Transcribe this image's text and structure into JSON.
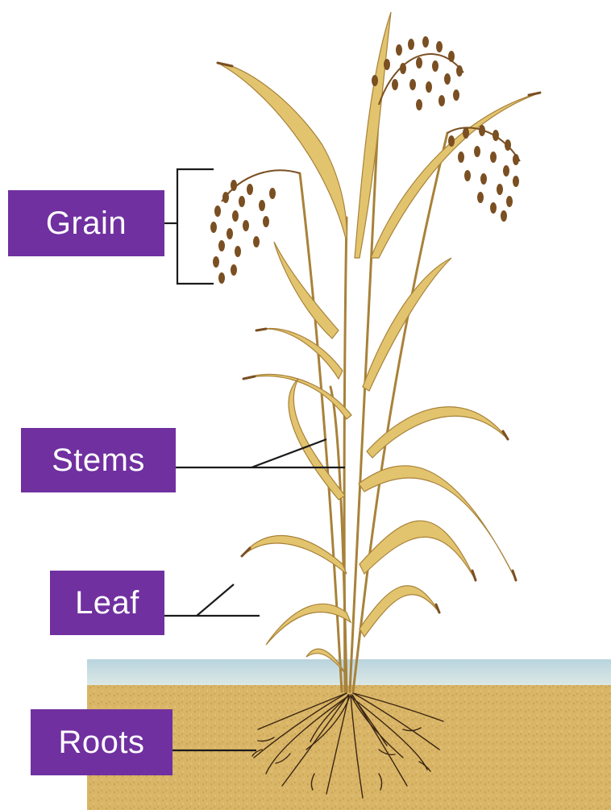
{
  "labels": {
    "grain": "Grain",
    "stems": "Stems",
    "leaf": "Leaf",
    "roots": "Roots"
  },
  "colors": {
    "label_background": "#7030a0",
    "label_text": "#ffffff",
    "soil": "#d9b567",
    "water": "#c8dfe6",
    "leaf": "#e3c46e",
    "leaf_dark": "#a8823a",
    "grain": "#7a4f22",
    "roots": "#3b2612",
    "pointer_line": "#1a1a1a"
  }
}
